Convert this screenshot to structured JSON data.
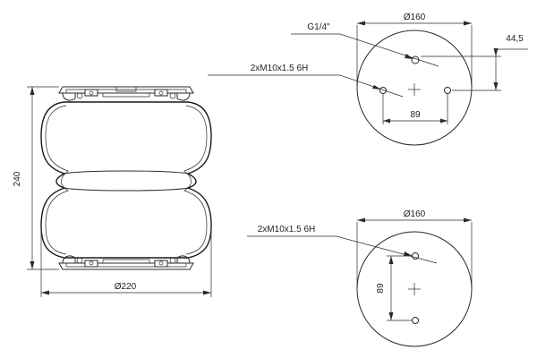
{
  "side_view": {
    "height_dim": "240",
    "diameter_dim": "Ø220"
  },
  "top_plate": {
    "diameter_dim": "Ø160",
    "offset_dim": "44,5",
    "center_spacing_dim": "89",
    "air_port_label": "G1/4\"",
    "mounting_label": "2xM10x1.5 6H"
  },
  "bottom_plate": {
    "diameter_dim": "Ø160",
    "center_spacing_dim": "89",
    "mounting_label": "2xM10x1.5 6H"
  }
}
